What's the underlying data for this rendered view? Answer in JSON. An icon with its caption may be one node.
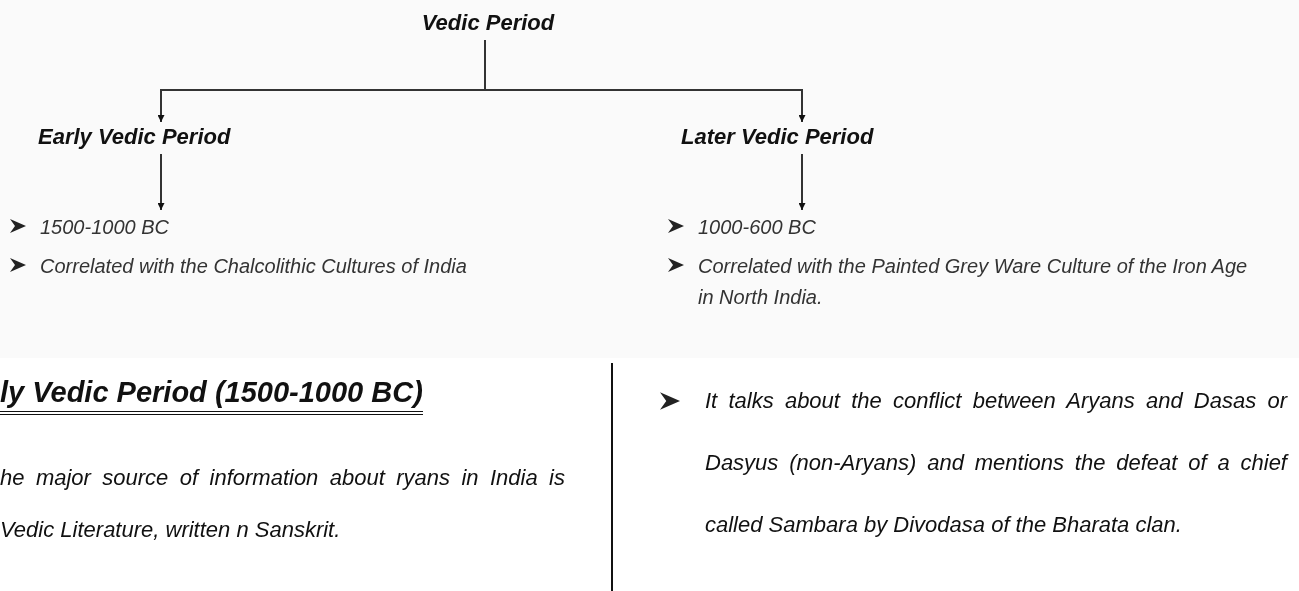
{
  "diagram": {
    "nodes": [
      {
        "text": [
          "Vedic Period"
        ]
      },
      {
        "text": [
          "Early Vedic Period"
        ]
      },
      {
        "text": [
          "Later Vedic Period"
        ]
      },
      {
        "text": [
          "1500-1000 BC",
          "Correlated with the Chalcolithic Cultures of India"
        ]
      },
      {
        "text": [
          "1000-600 BC",
          "Correlated with the Painted Grey Ware Culture of the Iron Age in North India."
        ]
      }
    ],
    "edges": [
      {
        "from": 0,
        "to": 1,
        "arrow": "to"
      },
      {
        "from": 0,
        "to": 2,
        "arrow": "to"
      },
      {
        "from": 1,
        "to": 3,
        "arrow": "to"
      },
      {
        "from": 2,
        "to": 4,
        "arrow": "to"
      }
    ],
    "labels": [
      "ly Vedic Period (1500-1000 BC)",
      "he major source of information about ryans in India is Vedic Literature, written n Sanskrit.",
      "It talks about the conflict between Aryans and Dasas or Dasyus (non-Aryans) and mentions the defeat of a chief called Sambara by Divodasa of the Bharata clan."
    ]
  }
}
